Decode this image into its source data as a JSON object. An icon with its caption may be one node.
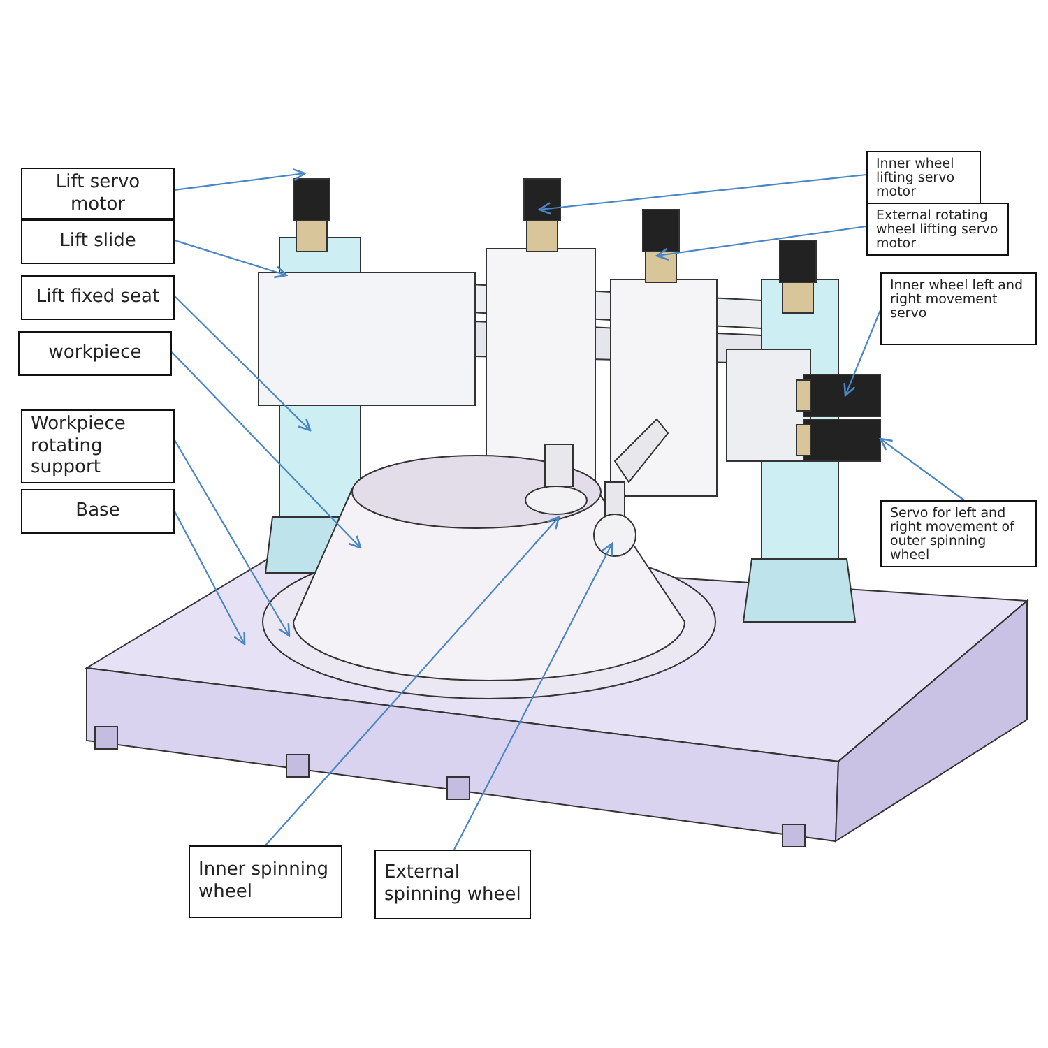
{
  "diagram": {
    "nodes": [
      {
        "text": [
          "Lift servo motor"
        ]
      },
      {
        "text": [
          "Inner wheel lifting servo motor"
        ]
      },
      {
        "text": [
          "Lift slide"
        ]
      },
      {
        "text": [
          "External rotating wheel lifting servo motor"
        ]
      },
      {
        "text": [
          "Lift fixed seat"
        ]
      },
      {
        "text": [
          "Inner wheel left and right movement servo"
        ]
      },
      {
        "text": [
          "workpiece"
        ]
      },
      {
        "text": [
          "Workpiece rotating support"
        ]
      },
      {
        "text": [
          "Base"
        ]
      },
      {
        "text": [
          "Servo for left and right movement of outer spinning wheel"
        ]
      },
      {
        "text": [
          "Inner spinning wheel"
        ]
      },
      {
        "text": [
          "External spinning wheel"
        ]
      }
    ],
    "edges": [
      {
        "from": 0,
        "to": null,
        "arrow": "to"
      },
      {
        "from": 1,
        "to": null,
        "arrow": "to"
      },
      {
        "from": 2,
        "to": null,
        "arrow": "to"
      },
      {
        "from": 3,
        "to": null,
        "arrow": "to"
      },
      {
        "from": 4,
        "to": null,
        "arrow": "to"
      },
      {
        "from": 5,
        "to": null,
        "arrow": "to"
      },
      {
        "from": 6,
        "to": null,
        "arrow": "to"
      },
      {
        "from": 7,
        "to": null,
        "arrow": "to"
      },
      {
        "from": 8,
        "to": null,
        "arrow": "to"
      },
      {
        "from": 9,
        "to": null,
        "arrow": "to"
      },
      {
        "from": 10,
        "to": null,
        "arrow": "to"
      },
      {
        "from": 11,
        "to": null,
        "arrow": "to"
      }
    ]
  }
}
